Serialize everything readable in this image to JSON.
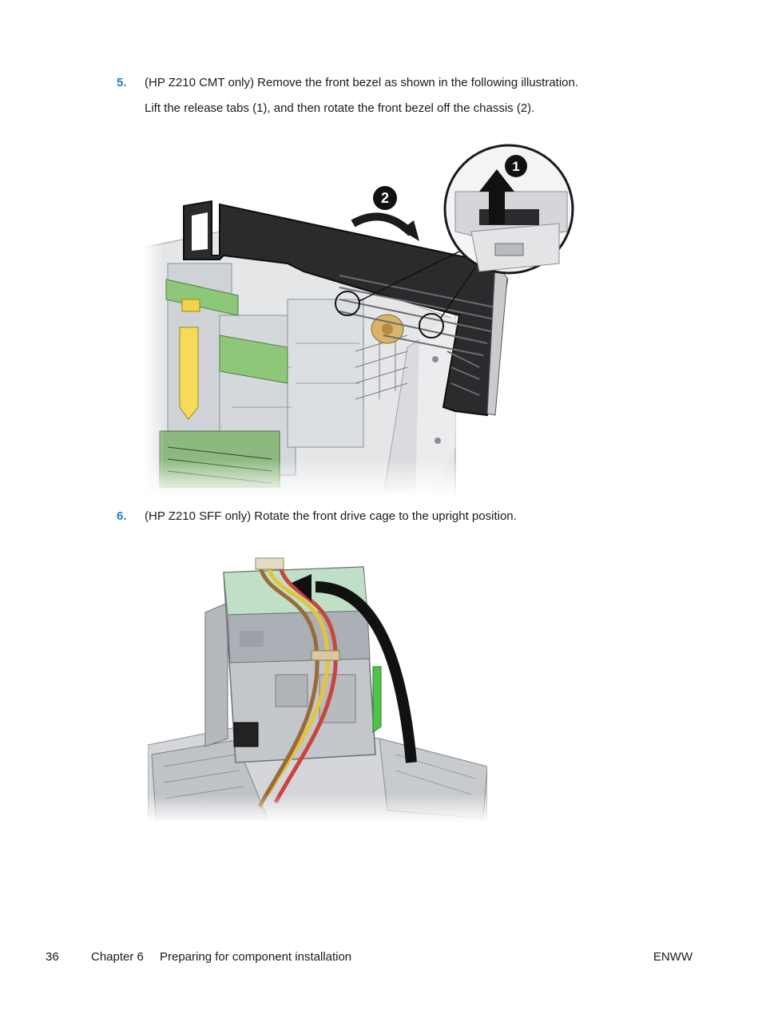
{
  "steps": [
    {
      "number": "5.",
      "text": "(HP Z210 CMT only) Remove the front bezel as shown in the following illustration.",
      "subtext": "Lift the release tabs (1), and then rotate the front bezel off the chassis (2)."
    },
    {
      "number": "6.",
      "text": "(HP Z210 SFF only) Rotate the front drive cage to the upright position."
    }
  ],
  "figures": {
    "bezel_callout_1": "1",
    "bezel_callout_2": "2"
  },
  "footer": {
    "page_number": "36",
    "chapter": "Chapter 6",
    "chapter_title": "Preparing for component installation",
    "right": "ENWW"
  },
  "colors": {
    "step_number": "#1f7fcf",
    "chassis_green": "#8fc77a",
    "drive_green": "#b8dcc0"
  }
}
